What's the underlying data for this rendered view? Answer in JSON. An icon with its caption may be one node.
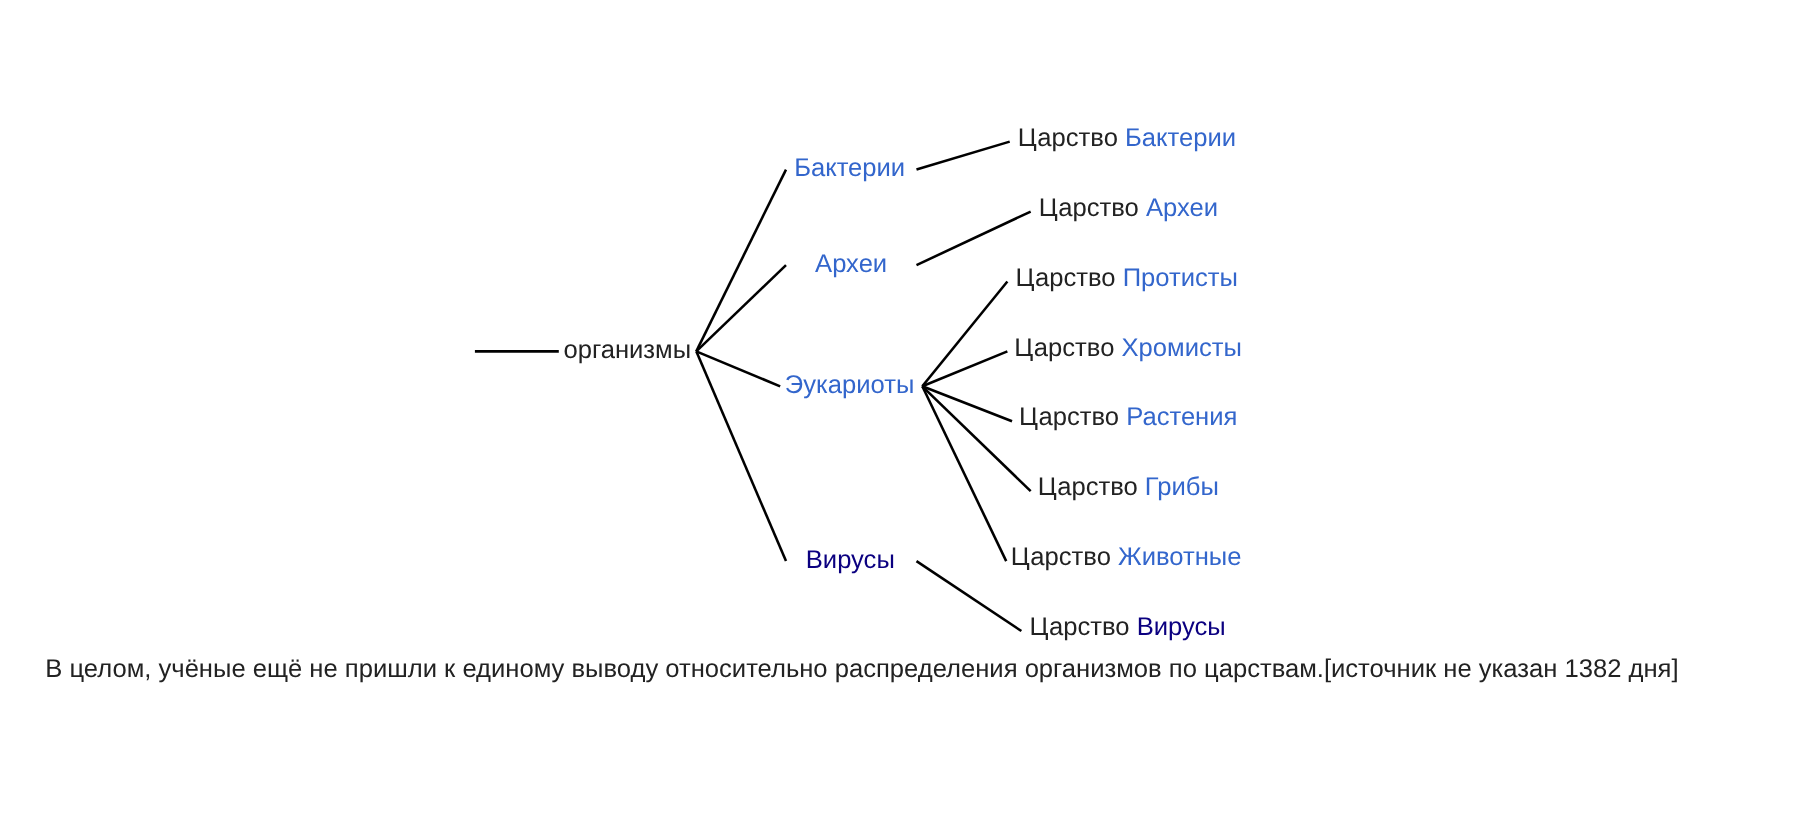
{
  "diagram": {
    "caption": "В целом, учёные ещё не пришли к единому выводу относительно распределения организмов по царствам.[источник не указан 1382 дня]",
    "nodes": [
      {
        "text": [
          "организмы"
        ]
      },
      {
        "text": [
          "Бактерии"
        ]
      },
      {
        "text": [
          "Царство Бактерии"
        ]
      },
      {
        "text": [
          "Археи"
        ]
      },
      {
        "text": [
          "Царство Археи"
        ]
      },
      {
        "text": [
          "Эукариоты"
        ]
      },
      {
        "text": [
          "Царство Протисты"
        ]
      },
      {
        "text": [
          "Царство Хромисты"
        ]
      },
      {
        "text": [
          "Царство Растения"
        ]
      },
      {
        "text": [
          "Царство Грибы"
        ]
      },
      {
        "text": [
          "Царство Животные"
        ]
      },
      {
        "text": [
          "Вирусы"
        ]
      },
      {
        "text": [
          "Царство Вирусы"
        ]
      }
    ],
    "edges": [
      {
        "from": null,
        "to": 0,
        "arrow": "none"
      },
      {
        "from": 0,
        "to": 1,
        "arrow": "none"
      },
      {
        "from": 1,
        "to": 2,
        "arrow": "none"
      },
      {
        "from": 0,
        "to": 3,
        "arrow": "none"
      },
      {
        "from": 3,
        "to": 4,
        "arrow": "none"
      },
      {
        "from": 0,
        "to": 5,
        "arrow": "none"
      },
      {
        "from": 5,
        "to": 6,
        "arrow": "none"
      },
      {
        "from": 5,
        "to": 7,
        "arrow": "none"
      },
      {
        "from": 5,
        "to": 8,
        "arrow": "none"
      },
      {
        "from": 5,
        "to": 9,
        "arrow": "none"
      },
      {
        "from": 5,
        "to": 10,
        "arrow": "none"
      },
      {
        "from": 0,
        "to": 11,
        "arrow": "none"
      },
      {
        "from": 11,
        "to": 12,
        "arrow": "none"
      }
    ]
  }
}
